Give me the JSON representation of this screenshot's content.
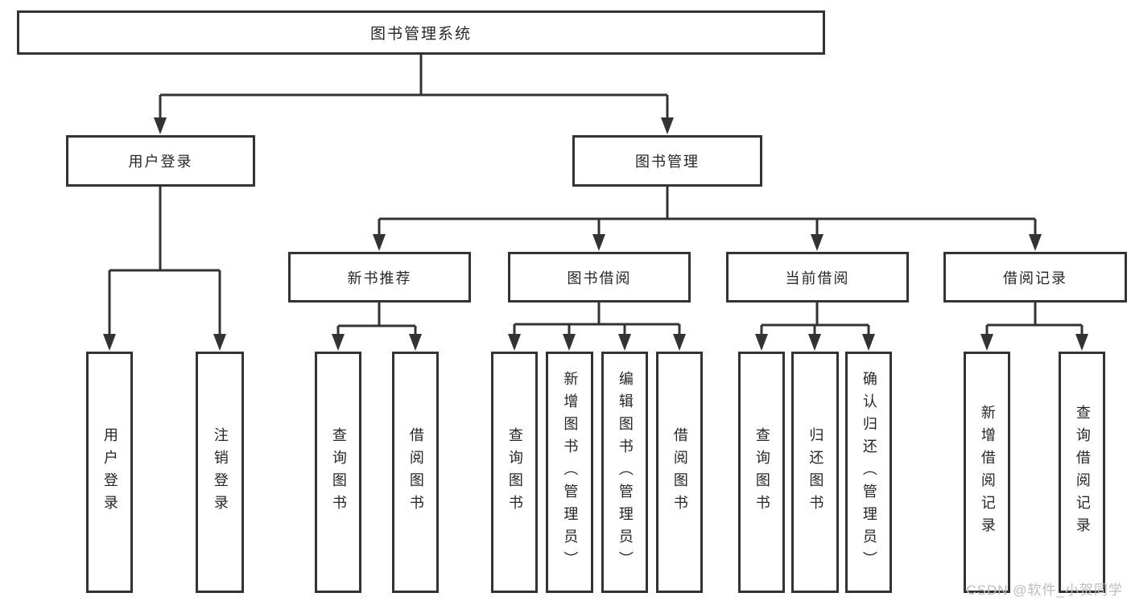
{
  "diagram": {
    "root": {
      "label": "图书管理系统"
    },
    "level2": [
      {
        "id": "user-login",
        "label": "用户登录"
      },
      {
        "id": "book-management",
        "label": "图书管理"
      }
    ],
    "level3": [
      {
        "id": "new-book-recommend",
        "label": "新书推荐"
      },
      {
        "id": "book-borrow",
        "label": "图书借阅"
      },
      {
        "id": "current-borrow",
        "label": "当前借阅"
      },
      {
        "id": "borrow-records",
        "label": "借阅记录"
      }
    ],
    "leaves": {
      "user": [
        "用户登录",
        "注销登录"
      ],
      "recommend": [
        "查询图书",
        "借阅图书"
      ],
      "borrow": [
        "查询图书",
        "新增图书（管理员）",
        "编辑图书（管理员）",
        "借阅图书"
      ],
      "current": [
        "查询图书",
        "归还图书",
        "确认归还（管理员）"
      ],
      "records": [
        "新增借阅记录",
        "查询借阅记录"
      ]
    },
    "colors": {
      "line": "#333333",
      "box_border": "#333333",
      "text": "#262626",
      "watermark": "#bdbdbd",
      "background": "#ffffff"
    }
  },
  "watermark": {
    "text": "CSDN @软件_小贺同学"
  }
}
